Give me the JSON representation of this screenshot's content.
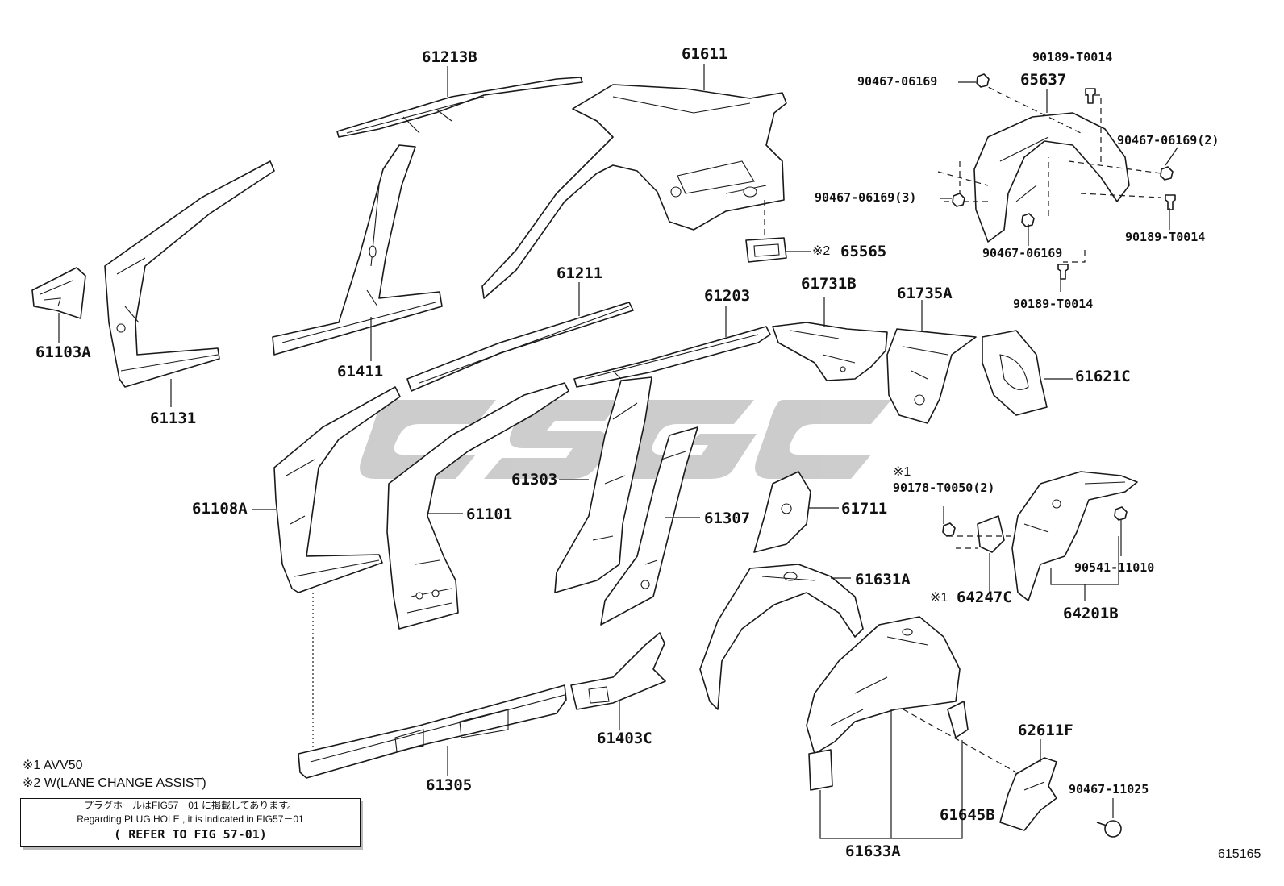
{
  "diagram": {
    "part_labels": {
      "p61213B": "61213B",
      "p61611": "61611",
      "p90467_06169_top": "90467-06169",
      "p65637": "65637",
      "p90189_T0014_top": "90189-T0014",
      "p90467_06169_2": "90467-06169(2)",
      "p90467_06169_3": "90467-06169(3)",
      "p90189_T0014_right": "90189-T0014",
      "p90467_06169_mid": "90467-06169",
      "p90189_T0014_bottom": "90189-T0014",
      "p65565": "65565",
      "p61103A": "61103A",
      "p61131": "61131",
      "p61411": "61411",
      "p61211": "61211",
      "p61203": "61203",
      "p61731B": "61731B",
      "p61735A": "61735A",
      "p61621C": "61621C",
      "p61108A": "61108A",
      "p61101": "61101",
      "p61303": "61303",
      "p61307": "61307",
      "p61711": "61711",
      "p90178_T0050_2": "90178-T0050(2)",
      "p90541_11010": "90541-11010",
      "p61631A": "61631A",
      "p64247C": "64247C",
      "p64201B": "64201B",
      "p61403C": "61403C",
      "p61305": "61305",
      "p62611F": "62611F",
      "p90467_11025": "90467-11025",
      "p61645B": "61645B",
      "p61633A": "61633A"
    },
    "markers": {
      "m2_65565": "※2",
      "m1_90178": "※1",
      "m1_64247C": "※1"
    },
    "notes": {
      "note1": "※1 AVV50",
      "note2": "※2 W(LANE CHANGE ASSIST)"
    },
    "notice": {
      "line1": "プラグホールはFIG57－01 に掲載してあります。",
      "line2": "Regarding PLUG HOLE , it is indicated in FIG57－01",
      "line3": "( REFER TO FIG 57-01)"
    },
    "figure_number": "615165",
    "colors": {
      "ink": "#1a1a1a",
      "watermark": "#c4c4c4",
      "background": "#ffffff"
    }
  }
}
